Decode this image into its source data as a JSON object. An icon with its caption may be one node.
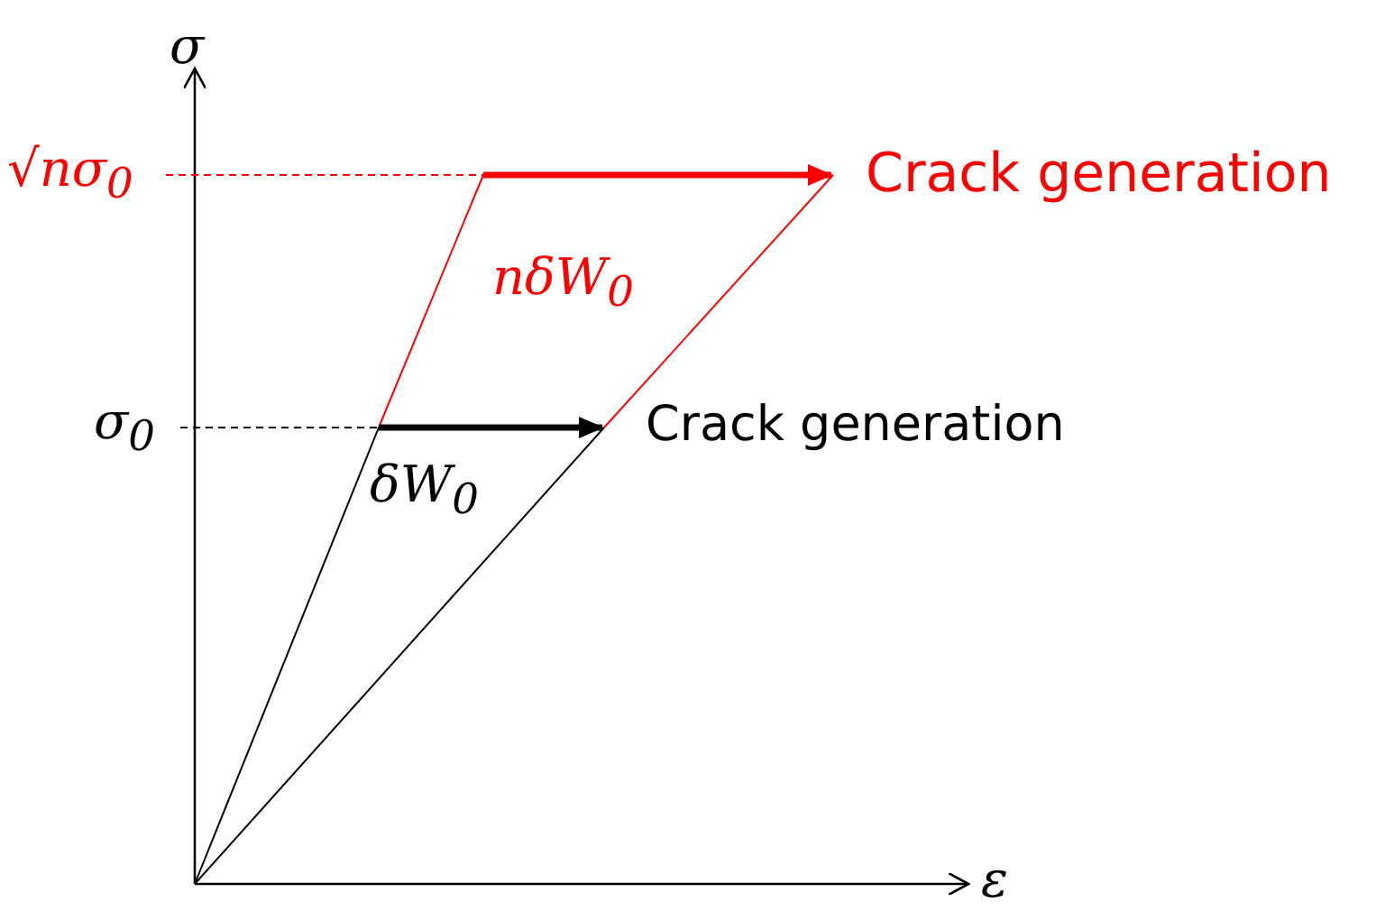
{
  "diagram": {
    "labels": [
      "σ",
      "√nσ$_{0}$",
      "Crack generation",
      "nδW$_{0}$",
      "σ$_{0}$",
      "Crack generation",
      "δW$_{0}$",
      "ε"
    ]
  }
}
